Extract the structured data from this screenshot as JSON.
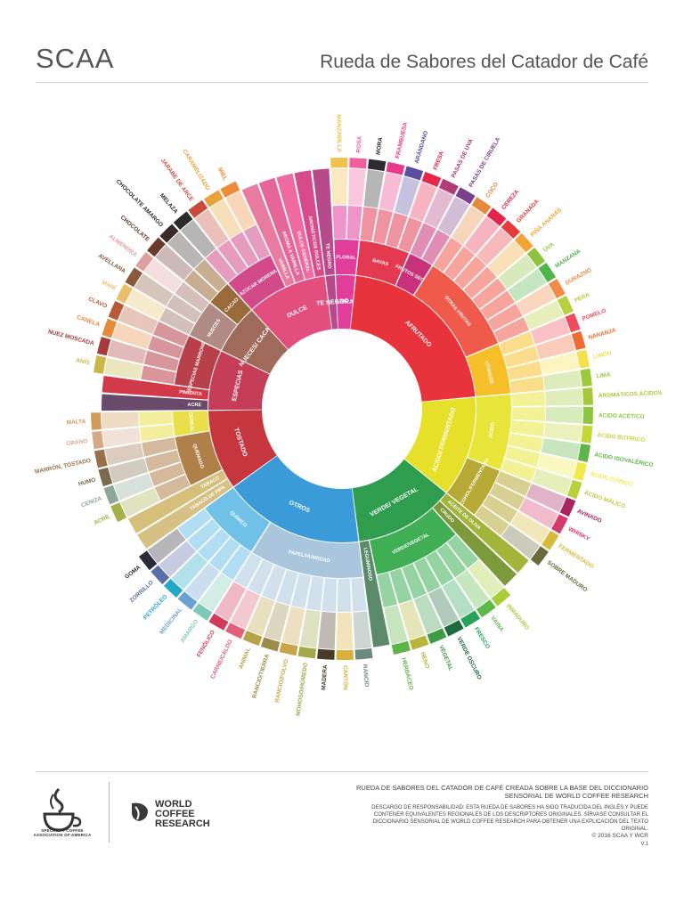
{
  "header": {
    "brand": "SCAA",
    "title": "Rueda de Sabores del Catador de Café"
  },
  "wheel": {
    "categories": [
      {
        "name": "FLORAL",
        "color": "#e13d9a",
        "subs": [
          {
            "name": "FLORAL",
            "color": "#e13d9a",
            "leaves": [
              {
                "name": "MANZANILLA",
                "color": "#f2c14a"
              },
              {
                "name": "ROSA",
                "color": "#ef5fa0"
              }
            ]
          }
        ]
      },
      {
        "name": "AFRUTADO",
        "color": "#e8323c",
        "subs": [
          {
            "name": "BAYAS",
            "color": "#e33a52",
            "leaves": [
              {
                "name": "MORA",
                "color": "#2f2a2e"
              },
              {
                "name": "FRAMBUESA",
                "color": "#e83a8d"
              },
              {
                "name": "ARÁNDANO",
                "color": "#5a4ea0"
              },
              {
                "name": "FRESA",
                "color": "#e8254a"
              }
            ]
          },
          {
            "name": "FRUTOS SECOS",
            "color": "#c8327a",
            "leaves": [
              {
                "name": "PASAS DE UVA",
                "color": "#b33a7b"
              },
              {
                "name": "PASAS DE CIRUELA",
                "color": "#7d3f8a"
              }
            ]
          },
          {
            "name": "OTRAS FRUTAS",
            "color": "#ef5a4a",
            "leaves": [
              {
                "name": "COCO",
                "color": "#e48a3a"
              },
              {
                "name": "CEREZA",
                "color": "#e4254a"
              },
              {
                "name": "GRANADA",
                "color": "#e83a3a"
              },
              {
                "name": "PIÑA ANANÁS",
                "color": "#f2a335"
              },
              {
                "name": "UVA",
                "color": "#8fc33e"
              },
              {
                "name": "MANZANA",
                "color": "#52b54a"
              },
              {
                "name": "DURAZNO",
                "color": "#f28a45"
              },
              {
                "name": "PERA",
                "color": "#b6cf3a"
              }
            ]
          },
          {
            "name": "CÍTRICOS",
            "color": "#f6bf2a",
            "leaves": [
              {
                "name": "POMELO",
                "color": "#ee4b5c"
              },
              {
                "name": "NARANJA",
                "color": "#ef6a35"
              },
              {
                "name": "LIMÓN",
                "color": "#f4e04a"
              },
              {
                "name": "LIMA",
                "color": "#9cc93a"
              }
            ]
          }
        ]
      },
      {
        "name": "ÁCIDO/ FERMENTADO",
        "color": "#e7e02a",
        "subs": [
          {
            "name": "ÁCIDO",
            "color": "#e7e53a",
            "leaves": [
              {
                "name": "AROMÁTICOS ÁCIDOS",
                "color": "#a6c93a"
              },
              {
                "name": "ÁCIDO ACÉTICO",
                "color": "#8cc63f"
              },
              {
                "name": "ÁCIDO BUTÍRICO",
                "color": "#c5d63a"
              },
              {
                "name": "ÁCIDO ISOVALÉRICO",
                "color": "#5fb548"
              },
              {
                "name": "ÁCIDO CÍTRICO",
                "color": "#f2e94a"
              },
              {
                "name": "ÁCIDO MÁLICO",
                "color": "#b6d13a"
              }
            ]
          },
          {
            "name": "ALCOHOL/FERMENTADO",
            "color": "#b7a935",
            "leaves": [
              {
                "name": "AVINADO",
                "color": "#a8245e"
              },
              {
                "name": "WHISKY",
                "color": "#d43b6a"
              },
              {
                "name": "FERMENTADO",
                "color": "#d8ba3a"
              },
              {
                "name": "SOBRE MADURO",
                "color": "#6b6a3a"
              }
            ]
          }
        ]
      },
      {
        "name": "VERDE/ VEGETAL",
        "color": "#2e9e4e",
        "subs": [
          {
            "name": "ACEITE DE OLIVA",
            "color": "#a2b43a",
            "leaves": []
          },
          {
            "name": "CRUDO",
            "color": "#7d9a3a",
            "leaves": []
          },
          {
            "name": "VERDE/VEGETAL",
            "color": "#3fae55",
            "leaves": [
              {
                "name": "INMADURO",
                "color": "#a9cd3a"
              },
              {
                "name": "VAINA",
                "color": "#5cb84a"
              },
              {
                "name": "FRESCO",
                "color": "#2aa35a"
              },
              {
                "name": "VERDE OSCURO",
                "color": "#1e6a3e"
              },
              {
                "name": "VEGETAL",
                "color": "#3d9a45"
              },
              {
                "name": "HENO",
                "color": "#b8b53a"
              },
              {
                "name": "HERBÁCEO",
                "color": "#5cb547"
              }
            ]
          },
          {
            "name": "LEGUMINOSO",
            "color": "#5a8a6a",
            "leaves": []
          }
        ]
      },
      {
        "name": "OTROS",
        "color": "#3a9bd8",
        "subs": [
          {
            "name": "PAPEL/HUMEDAD",
            "color": "#a9c6dd",
            "leaves": [
              {
                "name": "RANCIO",
                "color": "#6d8a80"
              },
              {
                "name": "CARTÓN",
                "color": "#d7b23a"
              },
              {
                "name": "MADERA",
                "color": "#4a3a2a"
              },
              {
                "name": "MOHOSO/HÚMEDO",
                "color": "#a0a84a"
              },
              {
                "name": "RANCIO/POLVO",
                "color": "#c9a54a"
              },
              {
                "name": "RANCIO/TIERRA",
                "color": "#9c8a4a"
              },
              {
                "name": "ANIMAL",
                "color": "#b9a34a"
              },
              {
                "name": "CARNE/CALDO",
                "color": "#e0607a"
              },
              {
                "name": "FENÓLICO",
                "color": "#d23a5a"
              }
            ]
          },
          {
            "name": "QUÍMICO",
            "color": "#6fc1e7",
            "leaves": [
              {
                "name": "AMARGO",
                "color": "#7ec9b7"
              },
              {
                "name": "MEDICINAL",
                "color": "#6aa1d3"
              },
              {
                "name": "PETRÓLEO",
                "color": "#23a8c8"
              },
              {
                "name": "ZORRILLO",
                "color": "#5a6eaa"
              },
              {
                "name": "GOMA",
                "color": "#2a2a3a"
              }
            ]
          }
        ]
      },
      {
        "name": "TOSTADO",
        "color": "#c5363f",
        "subs": [
          {
            "name": "TABACO DE PIPA",
            "color": "#d6c084",
            "leaves": []
          },
          {
            "name": "TABACO",
            "color": "#d5bf7a",
            "leaves": []
          },
          {
            "name": "QUEMADO",
            "color": "#b0804a",
            "leaves": [
              {
                "name": "ACRE",
                "color": "#a6b04a"
              },
              {
                "name": "CENIZA",
                "color": "#8fa69a"
              },
              {
                "name": "HUMO",
                "color": "#7a6a4a"
              },
              {
                "name": "MARRÓN, TOSTADO",
                "color": "#9a6e4a"
              }
            ]
          },
          {
            "name": "CEREAL",
            "color": "#e9df4a",
            "leaves": [
              {
                "name": "GRANO",
                "color": "#d6a88a"
              },
              {
                "name": "MALTA",
                "color": "#d29a5a"
              }
            ]
          }
        ]
      },
      {
        "name": "ESPECIAS",
        "color": "#c63d58",
        "subs": [
          {
            "name": "ACRE",
            "color": "#6a4a6a",
            "leaves": []
          },
          {
            "name": "PIMIENTA",
            "color": "#d23a4a",
            "leaves": []
          },
          {
            "name": "ESPECIAS MARRONES",
            "color": "#b8404a",
            "leaves": [
              {
                "name": "ANÍS",
                "color": "#c8b84a"
              },
              {
                "name": "NUEZ MOSCADA",
                "color": "#a83a3a"
              },
              {
                "name": "CANELA",
                "color": "#e68a3a"
              },
              {
                "name": "CLAVO",
                "color": "#b85a3a"
              }
            ]
          }
        ]
      },
      {
        "name": "NUECES/ CACAO",
        "color": "#a06a5a",
        "subs": [
          {
            "name": "NUECES",
            "color": "#b08a84",
            "leaves": [
              {
                "name": "MANÍ",
                "color": "#e8c06a"
              },
              {
                "name": "AVELLANA",
                "color": "#8a5a3a"
              },
              {
                "name": "ALMENDRA",
                "color": "#e0a0a0"
              }
            ]
          },
          {
            "name": "CACAO",
            "color": "#9a6a3a",
            "leaves": [
              {
                "name": "CHOCOLATE",
                "color": "#6a3a2a"
              },
              {
                "name": "CHOCOLATE AMARGO",
                "color": "#3a2a2a"
              }
            ]
          }
        ]
      },
      {
        "name": "DULCE",
        "color": "#e24e7e",
        "subs": [
          {
            "name": "AZÚCAR MORENA",
            "color": "#d24a8a",
            "leaves": [
              {
                "name": "MELAZA",
                "color": "#2a2a2a"
              },
              {
                "name": "JARABE DE ARCE",
                "color": "#c84a3a"
              },
              {
                "name": "CARAMELIZADO",
                "color": "#e8a23a"
              },
              {
                "name": "MIEL",
                "color": "#ef8a3a"
              }
            ]
          },
          {
            "name": "VAINILLA",
            "color": "#e97aa0",
            "leaves": []
          },
          {
            "name": "AROMA A VAINILLA",
            "color": "#e6669a",
            "leaves": []
          },
          {
            "name": "DULCE GENERAL",
            "color": "#ef6aa0",
            "leaves": []
          },
          {
            "name": "AROMÁTICOS DULCES",
            "color": "#d84a8a",
            "leaves": []
          }
        ]
      },
      {
        "name": "TE NEGRO",
        "color": "#b64a8a",
        "subs": [
          {
            "name": "TE NEGRO",
            "color": "#b64a8a",
            "leaves": []
          }
        ]
      }
    ]
  },
  "footer": {
    "scaa_caption": "SPECIALTY COFFEE ASSOCIATION OF AMERICA",
    "wcr_text": [
      "WORLD",
      "COFFEE",
      "RESEARCH"
    ],
    "credit": "RUEDA DE SABORES DEL CATADOR DE CAFÉ CREADA SOBRE LA BASE DEL DICCIONARIO SENSORIAL DE WORLD COFFEE RESEARCH",
    "disclaimer": "DESCARGO DE RESPONSABILIDAD: ESTA RUEDA DE SABORES HA SIDO TRADUCIDA DEL INGLÉS Y PUEDE CONTENER EQUIVALENTES REGIONALES DE LOS DESCRIPTORES ORIGINALES. SÍRVASE CONSULTAR EL DICCIONARIO SENSORIAL DE WORLD COFFEE RESEARCH PARA OBTENER UNA EXPLICACIÓN DEL TEXTO ORIGINAL.",
    "copyright": "© 2016 SCAA Y WCR",
    "version": "V.1"
  }
}
